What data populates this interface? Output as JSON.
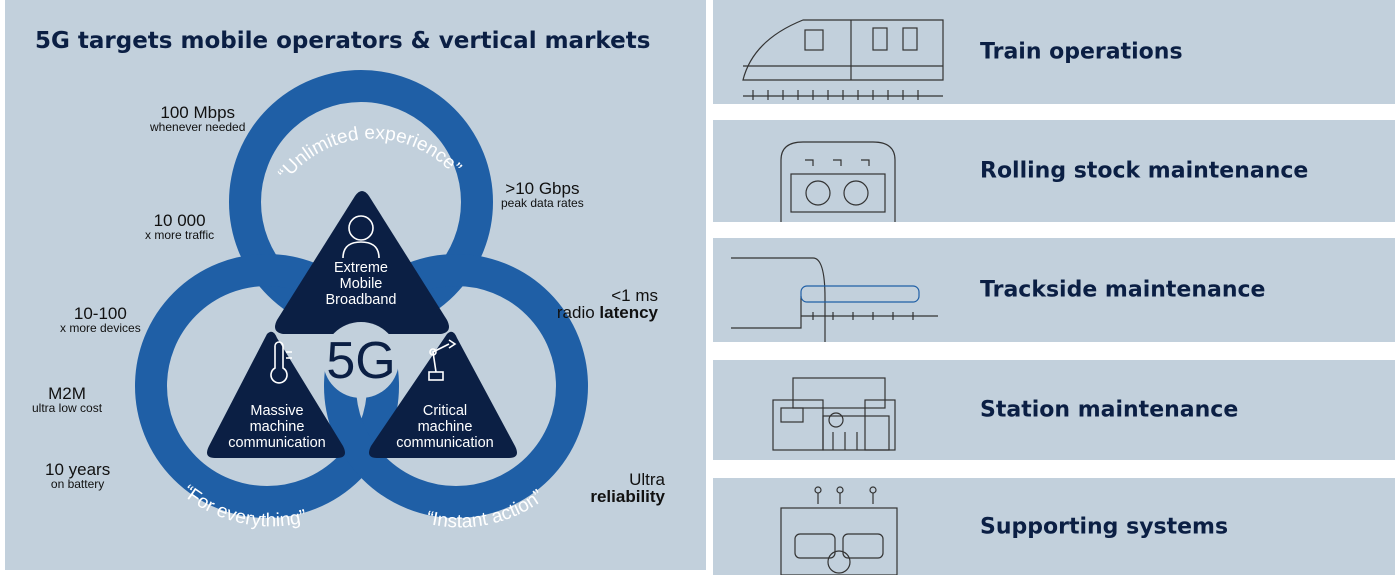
{
  "left": {
    "title": "5G targets mobile operators & vertical markets",
    "center": "5G",
    "segments": [
      {
        "label_lines": [
          "Extreme",
          "Mobile",
          "Broadband"
        ],
        "icon": "person-icon"
      },
      {
        "label_lines": [
          "Massive",
          "machine",
          "communication"
        ],
        "icon": "thermometer-icon"
      },
      {
        "label_lines": [
          "Critical",
          "machine",
          "communication"
        ],
        "icon": "robot-arm-icon"
      }
    ],
    "arcs": {
      "top": "“Unlimited experience”",
      "bottom_left": "“For everything”",
      "bottom_right": "“Instant action”"
    },
    "callouts": {
      "c1": {
        "big": "100 Mbps",
        "small": "whenever needed"
      },
      "c2": {
        "big": "10 000",
        "small": "x more traffic"
      },
      "c3": {
        "big": "10-100",
        "small": "x more devices"
      },
      "c4": {
        "big": "M2M",
        "small": "ultra low cost"
      },
      "c5": {
        "big": "10 years",
        "small": "on battery"
      },
      "c6": {
        "big": ">10 Gbps",
        "small": "peak data rates"
      },
      "c7": {
        "line1": "<1 ms",
        "line2_pre": "radio ",
        "line2_bold": "latency"
      },
      "c8": {
        "line1": "Ultra",
        "line2_bold": "reliability"
      }
    },
    "colors": {
      "panel": "#c2d0dc",
      "ring": "#1f5fa6",
      "triangle": "#0b1f44",
      "title": "#0b1f44"
    }
  },
  "rows": [
    {
      "label": "Train operations",
      "icon": "train-interior-icon"
    },
    {
      "label": "Rolling stock maintenance",
      "icon": "depot-icon"
    },
    {
      "label": "Trackside maintenance",
      "icon": "tunnel-train-icon"
    },
    {
      "label": "Station maintenance",
      "icon": "station-building-icon"
    },
    {
      "label": "Supporting systems",
      "icon": "control-room-icon"
    }
  ]
}
